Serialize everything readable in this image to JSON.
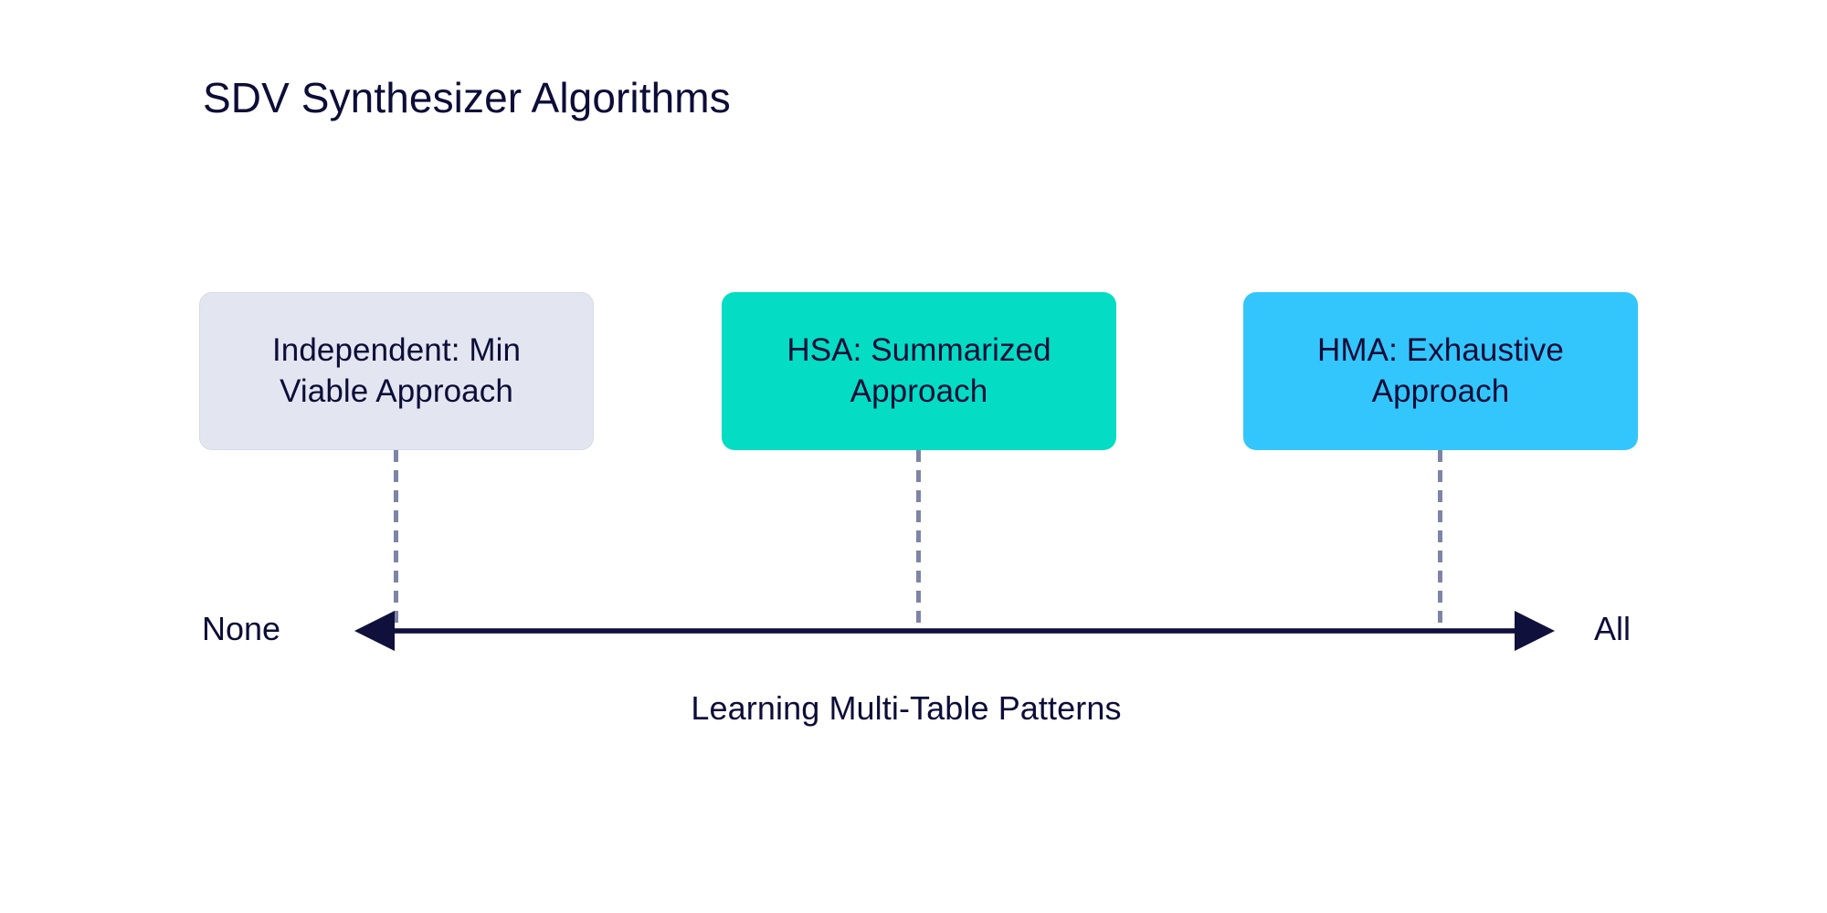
{
  "title": "SDV Synthesizer Algorithms",
  "colors": {
    "background": "#ffffff",
    "text": "#0d0d38",
    "axis": "#10103c",
    "connector": "#7e84a6",
    "independent_fill": "#e3e5f0",
    "independent_border": "#d6d9e8",
    "hsa_fill": "#04dcc4",
    "hma_fill": "#33c6fc"
  },
  "nodes": [
    {
      "id": "independent",
      "label": "Independent: Min Viable Approach",
      "line1": "Independent: Min",
      "line2": "Viable Approach",
      "fill": "#e3e5f0"
    },
    {
      "id": "hsa",
      "label": "HSA: Summarized Approach",
      "line1": "HSA: Summarized",
      "line2": "Approach",
      "fill": "#04dcc4"
    },
    {
      "id": "hma",
      "label": "HMA: Exhaustive Approach",
      "line1": "HMA: Exhaustive",
      "line2": "Approach",
      "fill": "#33c6fc"
    }
  ],
  "axis": {
    "left_label": "None",
    "right_label": "All",
    "caption": "Learning Multi-Table Patterns",
    "arrow_left_icon": "arrow-left-icon",
    "arrow_right_icon": "arrow-right-icon"
  }
}
